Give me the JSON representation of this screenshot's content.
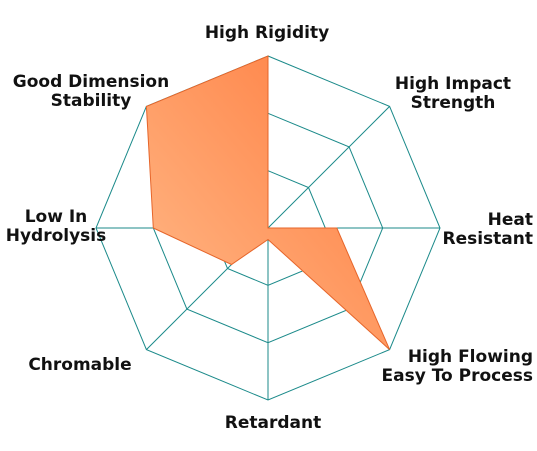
{
  "chart_data": {
    "type": "radar",
    "axes": [
      [
        "High Rigidity"
      ],
      [
        "High Impact",
        "Strength"
      ],
      [
        "Heat",
        "Resistant"
      ],
      [
        "High Flowing",
        "Easy To Process"
      ],
      [
        "Retardant"
      ],
      [
        "Chromable"
      ],
      [
        "Low In",
        "Hydrolysis"
      ],
      [
        "Good Dimension",
        "Stability"
      ]
    ],
    "rlim": [
      0,
      3
    ],
    "levels": 3,
    "series": [
      {
        "values": [
          3,
          0,
          1.2,
          3,
          0.2,
          0.9,
          2,
          3
        ]
      }
    ],
    "colors": {
      "grid": "#1b8a8a",
      "fill_start": "#ffbb8a",
      "fill_end": "#ff7a3c",
      "fill_edge": "#e6652a"
    }
  }
}
